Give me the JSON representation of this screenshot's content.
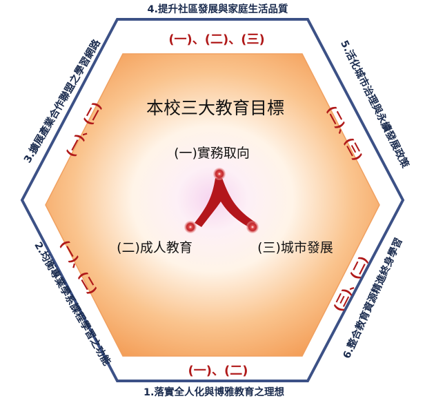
{
  "title": "本校三大教育目標",
  "aims": [
    {
      "label": "(一)實務取向"
    },
    {
      "label": "(二)成人教育"
    },
    {
      "label": "(三)城市發展"
    }
  ],
  "goals": [
    {
      "label": "1.落實全人化與博雅教育之理想",
      "sub": "(一)、(二)"
    },
    {
      "label": "2.均衡專業學系課程學習之功能",
      "sub": "(一)、(二)"
    },
    {
      "label": "3.擴展產業合作聯盟之學習網路",
      "sub": "(一)、(二)"
    },
    {
      "label": "4.提升社區發展與家庭生活品質",
      "sub": "(一)、(二)、(三)"
    },
    {
      "label": "5.活化城市治理與永續發展政策",
      "sub": "(二)、(三)"
    },
    {
      "label": "6.整合教育資源精進終身學習",
      "sub": "(三)、(二)"
    }
  ],
  "colors": {
    "outer_border": "#3c5186",
    "inner_fill_outer": "#f5a460",
    "inner_fill_inner": "#fff6ec",
    "center_glow": "#f3c9ea",
    "node": "#c0392b",
    "subtitle": "#b01a1a"
  }
}
